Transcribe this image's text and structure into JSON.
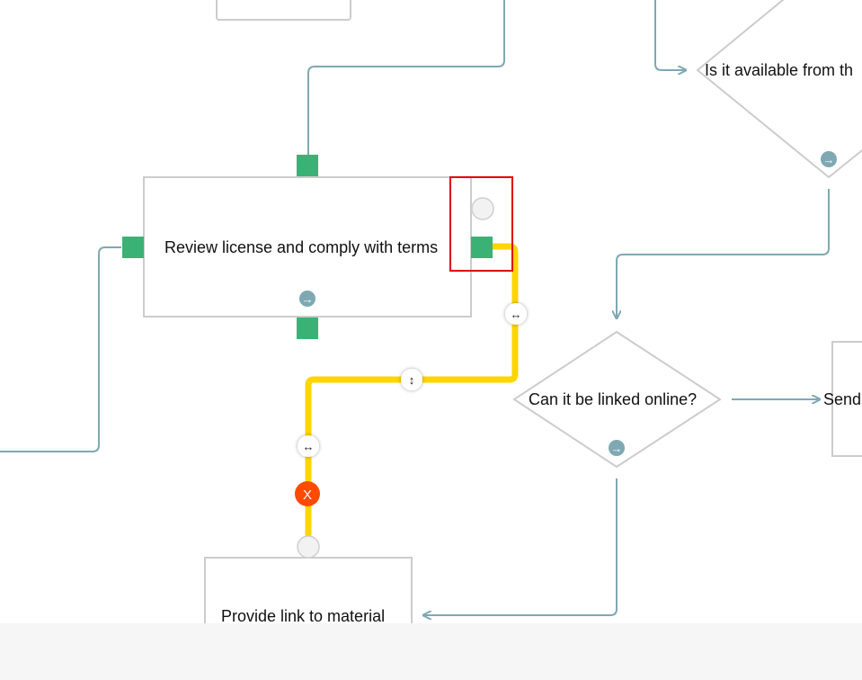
{
  "nodes": {
    "review": {
      "label": "Review license and comply with terms"
    },
    "available": {
      "label": "Is it available from th"
    },
    "linked": {
      "label": "Can it be linked online?"
    },
    "send": {
      "label": "Send"
    },
    "provide": {
      "label": "Provide link to material"
    }
  },
  "connector": {
    "delete_glyph": "X",
    "horizontal_handle_glyph": "↔",
    "vertical_handle_glyph": "↕",
    "arrow_glyph": "→"
  },
  "colors": {
    "line": "#7fa8b3",
    "selected_line": "#ffd500",
    "port": "#3ab276",
    "delete": "#ff4a00",
    "selection_box": "#e00000",
    "shape_border": "#cccccc"
  }
}
